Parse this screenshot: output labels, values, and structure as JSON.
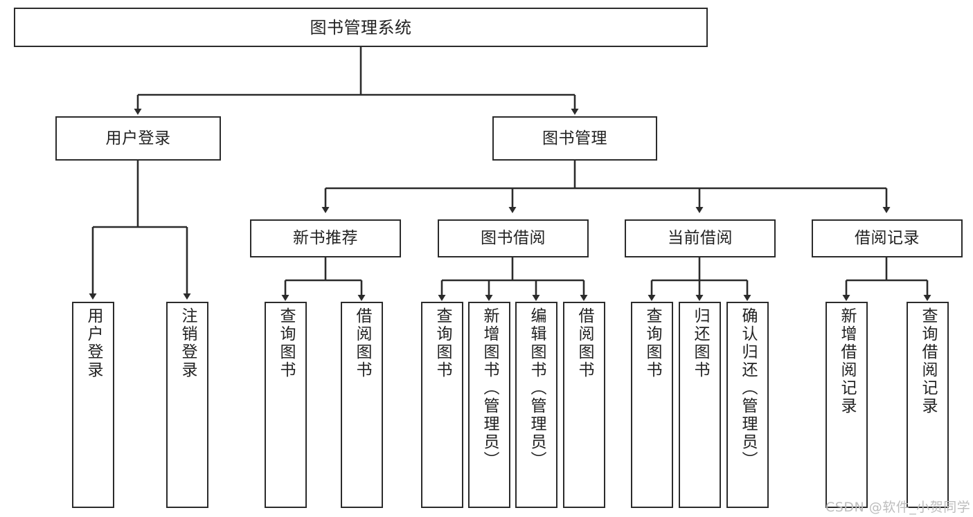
{
  "diagram": {
    "title": "图书管理系统",
    "type": "tree-hierarchy",
    "root": {
      "label": "图书管理系统"
    },
    "level2": [
      {
        "label": "用户登录"
      },
      {
        "label": "图书管理"
      }
    ],
    "level3": [
      {
        "label": "新书推荐"
      },
      {
        "label": "图书借阅"
      },
      {
        "label": "当前借阅"
      },
      {
        "label": "借阅记录"
      }
    ],
    "leaves": {
      "user_login": [
        {
          "label": "用户登录"
        },
        {
          "label": "注销登录"
        }
      ],
      "new_book_recommend": [
        {
          "label": "查询图书"
        },
        {
          "label": "借阅图书"
        }
      ],
      "book_borrow": [
        {
          "label": "查询图书"
        },
        {
          "label": "新增图书（管理员）"
        },
        {
          "label": "编辑图书（管理员）"
        },
        {
          "label": "借阅图书"
        }
      ],
      "current_borrow": [
        {
          "label": "查询图书"
        },
        {
          "label": "归还图书"
        },
        {
          "label": "确认归还（管理员）"
        }
      ],
      "borrow_record": [
        {
          "label": "新增借阅记录"
        },
        {
          "label": "查询借阅记录"
        }
      ]
    }
  },
  "watermark": {
    "text": "CSDN @软件_小贺同学"
  },
  "colors": {
    "stroke": "#2b2b2b",
    "fill": "#ffffff",
    "text": "#222222",
    "watermark": "#bdbdbd"
  }
}
